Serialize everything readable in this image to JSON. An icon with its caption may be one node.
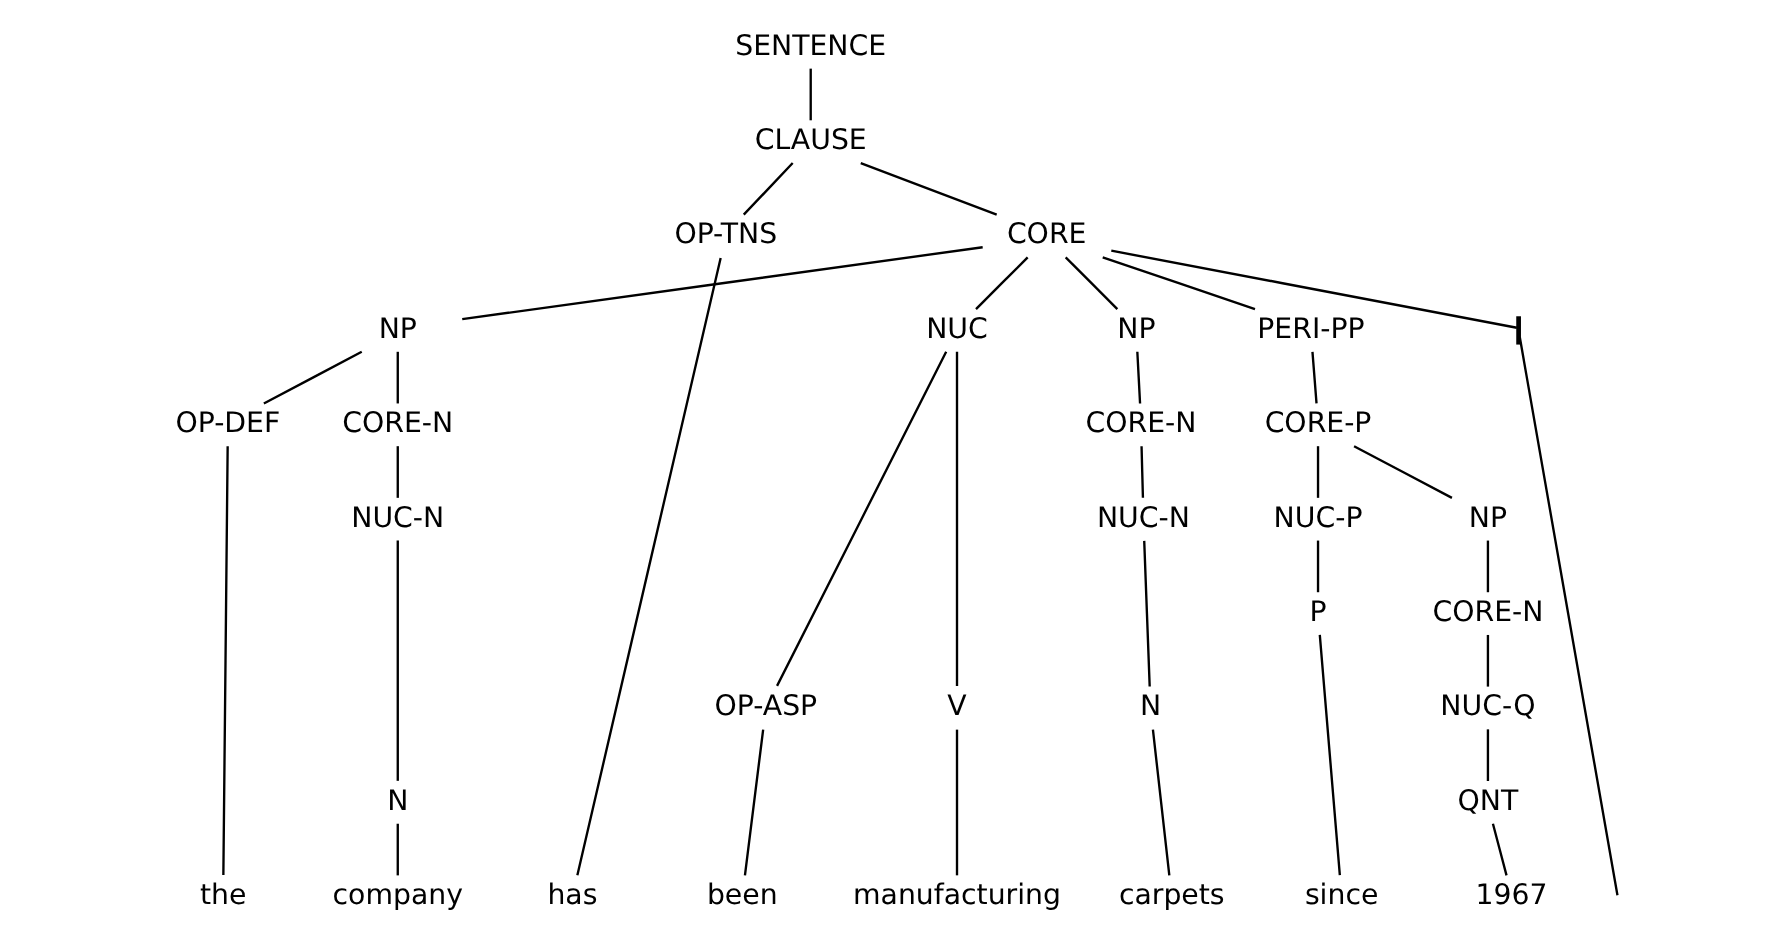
{
  "diagram": {
    "nodes": [
      {
        "text": [
          "SENTENCE"
        ]
      },
      {
        "text": [
          "CLAUSE"
        ]
      },
      {
        "text": [
          "OP-TNS"
        ]
      },
      {
        "text": [
          "CORE"
        ]
      },
      {
        "text": [
          "NP"
        ]
      },
      {
        "text": [
          "NUC"
        ]
      },
      {
        "text": [
          "NP"
        ]
      },
      {
        "text": [
          "PERI-PP"
        ]
      },
      {
        "text": [],
        "shape": "bar"
      },
      {
        "text": [
          "OP-DEF"
        ]
      },
      {
        "text": [
          "CORE-N"
        ]
      },
      {
        "text": [
          "OP-ASP"
        ]
      },
      {
        "text": [
          "V"
        ]
      },
      {
        "text": [
          "CORE-N"
        ]
      },
      {
        "text": [
          "CORE-P"
        ]
      },
      {
        "text": [
          "NUC-N"
        ]
      },
      {
        "text": [
          "NUC-N"
        ]
      },
      {
        "text": [
          "NUC-P"
        ]
      },
      {
        "text": [
          "NP"
        ]
      },
      {
        "text": [
          "N"
        ]
      },
      {
        "text": [
          "N"
        ]
      },
      {
        "text": [
          "P"
        ]
      },
      {
        "text": [
          "CORE-N"
        ]
      },
      {
        "text": [
          "NUC-Q"
        ]
      },
      {
        "text": [
          "QNT"
        ]
      },
      {
        "text": [
          "the"
        ]
      },
      {
        "text": [
          "company"
        ]
      },
      {
        "text": [
          "has"
        ]
      },
      {
        "text": [
          "been"
        ]
      },
      {
        "text": [
          "manufacturing"
        ]
      },
      {
        "text": [
          "carpets"
        ]
      },
      {
        "text": [
          "since"
        ]
      },
      {
        "text": [
          "1967"
        ]
      }
    ],
    "edges": [
      {
        "from": 0,
        "to": 1,
        "arrow": "none"
      },
      {
        "from": 1,
        "to": 2,
        "arrow": "none"
      },
      {
        "from": 1,
        "to": 3,
        "arrow": "none"
      },
      {
        "from": 2,
        "to": 27,
        "arrow": "none"
      },
      {
        "from": 3,
        "to": 4,
        "arrow": "none"
      },
      {
        "from": 3,
        "to": 5,
        "arrow": "none"
      },
      {
        "from": 3,
        "to": 6,
        "arrow": "none"
      },
      {
        "from": 3,
        "to": 7,
        "arrow": "none"
      },
      {
        "from": 3,
        "to": 8,
        "arrow": "none"
      },
      {
        "from": 4,
        "to": 9,
        "arrow": "none"
      },
      {
        "from": 4,
        "to": 10,
        "arrow": "none"
      },
      {
        "from": 5,
        "to": 11,
        "arrow": "none"
      },
      {
        "from": 5,
        "to": 12,
        "arrow": "none"
      },
      {
        "from": 6,
        "to": 13,
        "arrow": "none"
      },
      {
        "from": 7,
        "to": 14,
        "arrow": "none"
      },
      {
        "from": 9,
        "to": 25,
        "arrow": "none"
      },
      {
        "from": 10,
        "to": 15,
        "arrow": "none"
      },
      {
        "from": 15,
        "to": 19,
        "arrow": "none"
      },
      {
        "from": 19,
        "to": 26,
        "arrow": "none"
      },
      {
        "from": 11,
        "to": 28,
        "arrow": "none"
      },
      {
        "from": 12,
        "to": 29,
        "arrow": "none"
      },
      {
        "from": 13,
        "to": 16,
        "arrow": "none"
      },
      {
        "from": 16,
        "to": 20,
        "arrow": "none"
      },
      {
        "from": 20,
        "to": 30,
        "arrow": "none"
      },
      {
        "from": 14,
        "to": 17,
        "arrow": "none"
      },
      {
        "from": 14,
        "to": 18,
        "arrow": "none"
      },
      {
        "from": 17,
        "to": 21,
        "arrow": "none"
      },
      {
        "from": 21,
        "to": 31,
        "arrow": "none"
      },
      {
        "from": 18,
        "to": 22,
        "arrow": "none"
      },
      {
        "from": 22,
        "to": 23,
        "arrow": "none"
      },
      {
        "from": 23,
        "to": 24,
        "arrow": "none"
      },
      {
        "from": 24,
        "to": 32,
        "arrow": "none"
      },
      {
        "from": 8,
        "to": null,
        "arrow": "none"
      }
    ]
  }
}
